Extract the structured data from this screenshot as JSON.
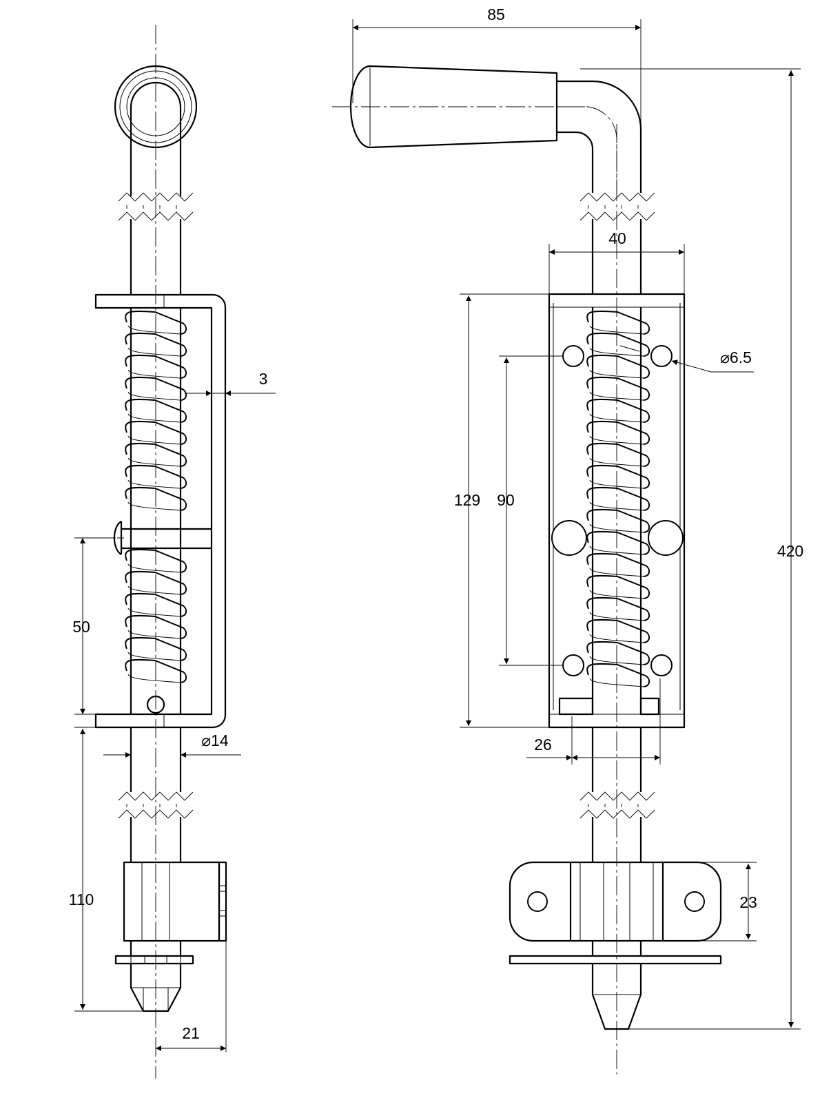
{
  "diagram": {
    "dimensions": {
      "side_diameter": "⌀14",
      "side_wall": "3",
      "side_upper_gap": "50",
      "side_lower_length": "110",
      "side_bracket_offset": "21",
      "front_handle_reach": "85",
      "front_body_width": "40",
      "front_body_height": "129",
      "front_hole_spacing": "90",
      "front_hole_diameter": "⌀6.5",
      "front_total_length": "420",
      "front_slot_width": "26",
      "front_bracket_height": "23"
    }
  }
}
